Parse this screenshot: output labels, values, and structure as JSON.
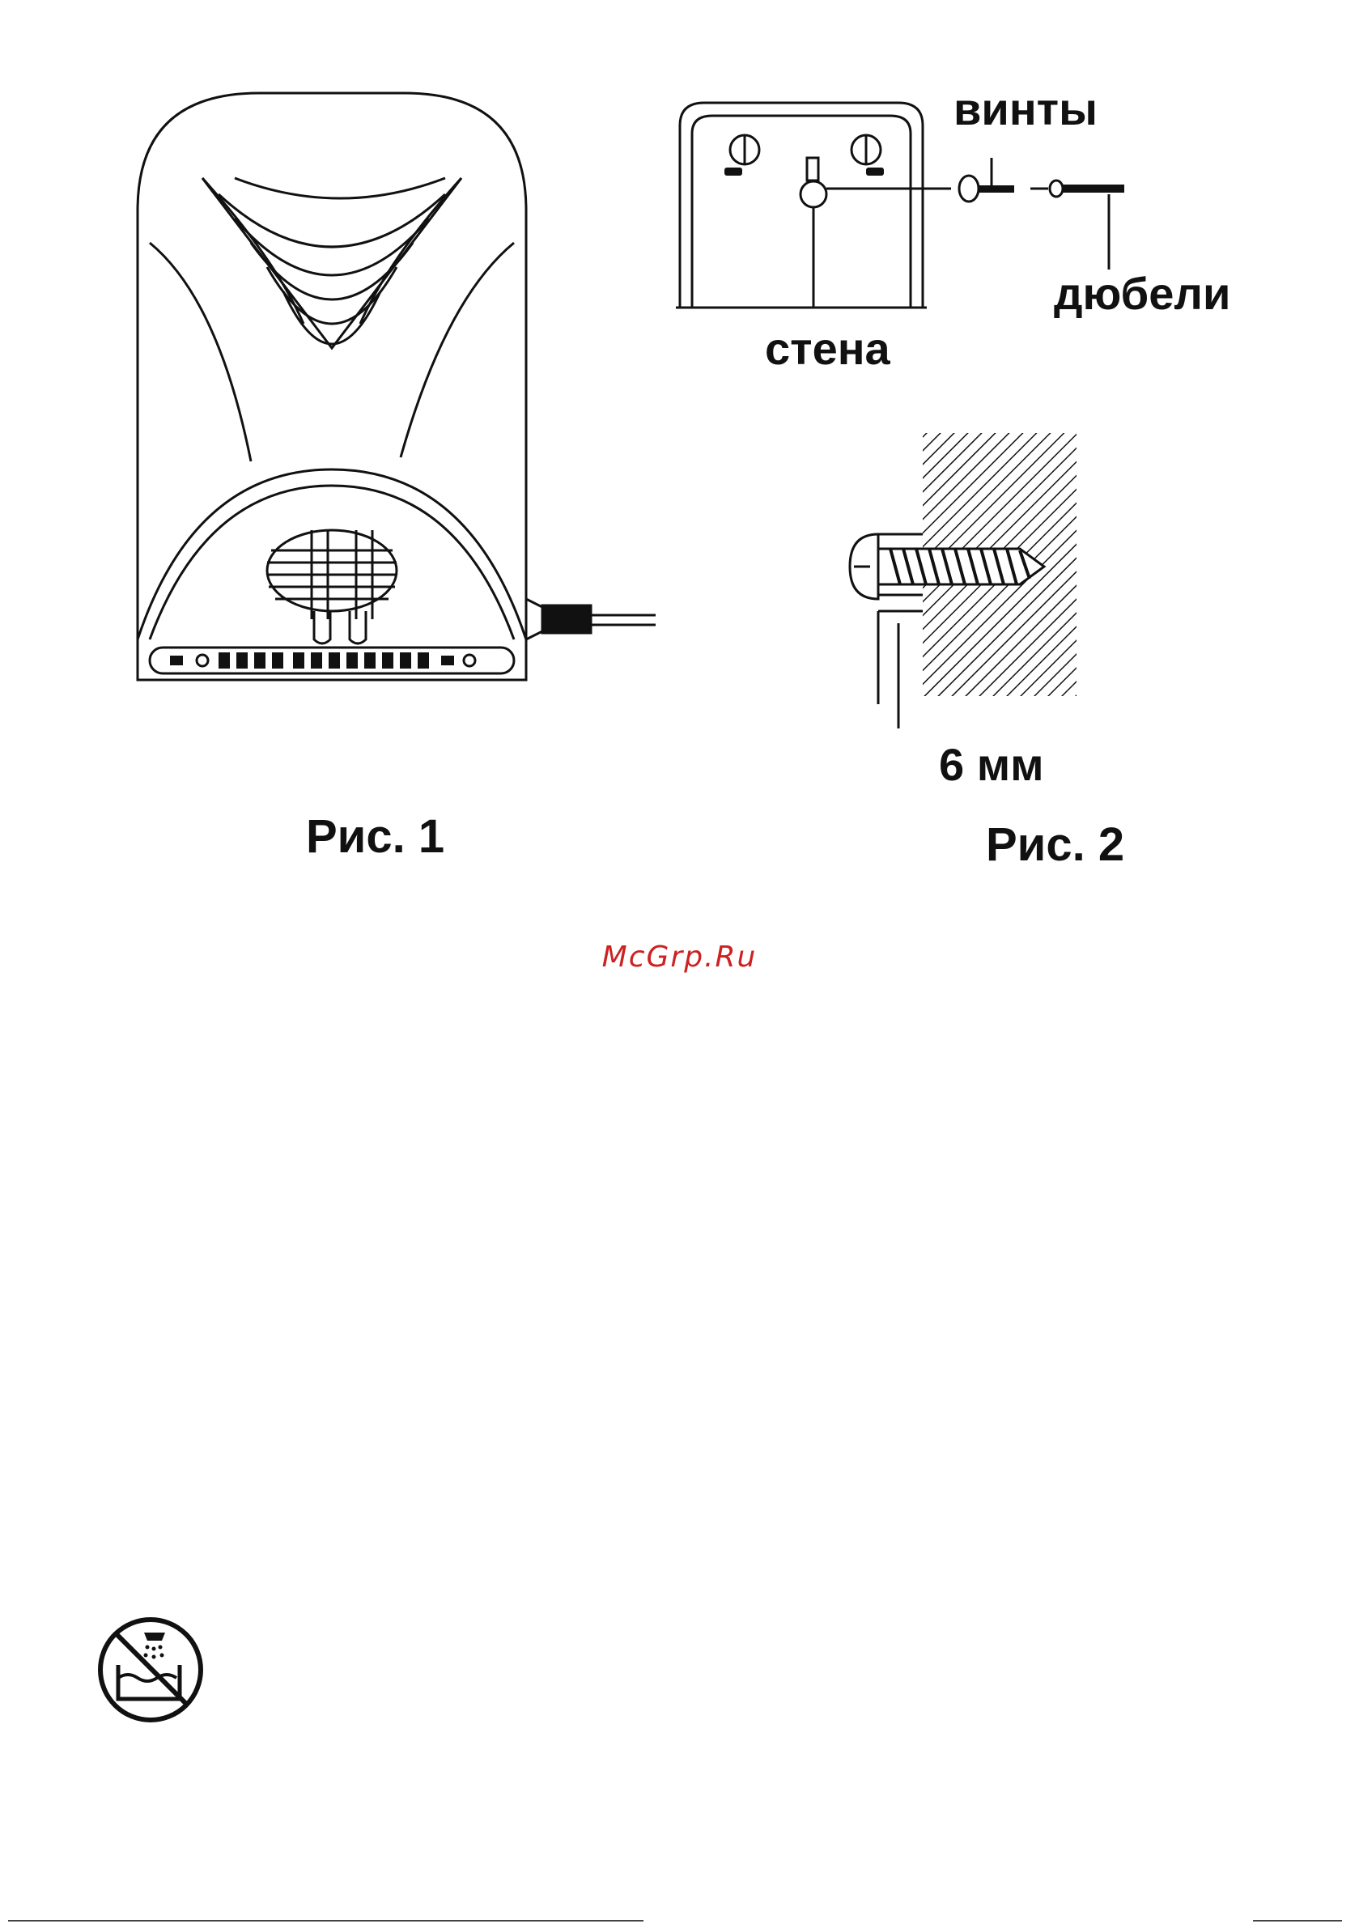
{
  "figure1": {
    "caption": "Рис. 1"
  },
  "figure2": {
    "caption": "Рис. 2",
    "labels": {
      "screws": "винты",
      "dowels": "дюбели",
      "wall": "стена",
      "depth": "6 мм"
    }
  },
  "watermark": {
    "text": "McGrp.Ru",
    "color": "#cc2222"
  },
  "warning_icon": {
    "name": "no-water-bath-icon"
  }
}
